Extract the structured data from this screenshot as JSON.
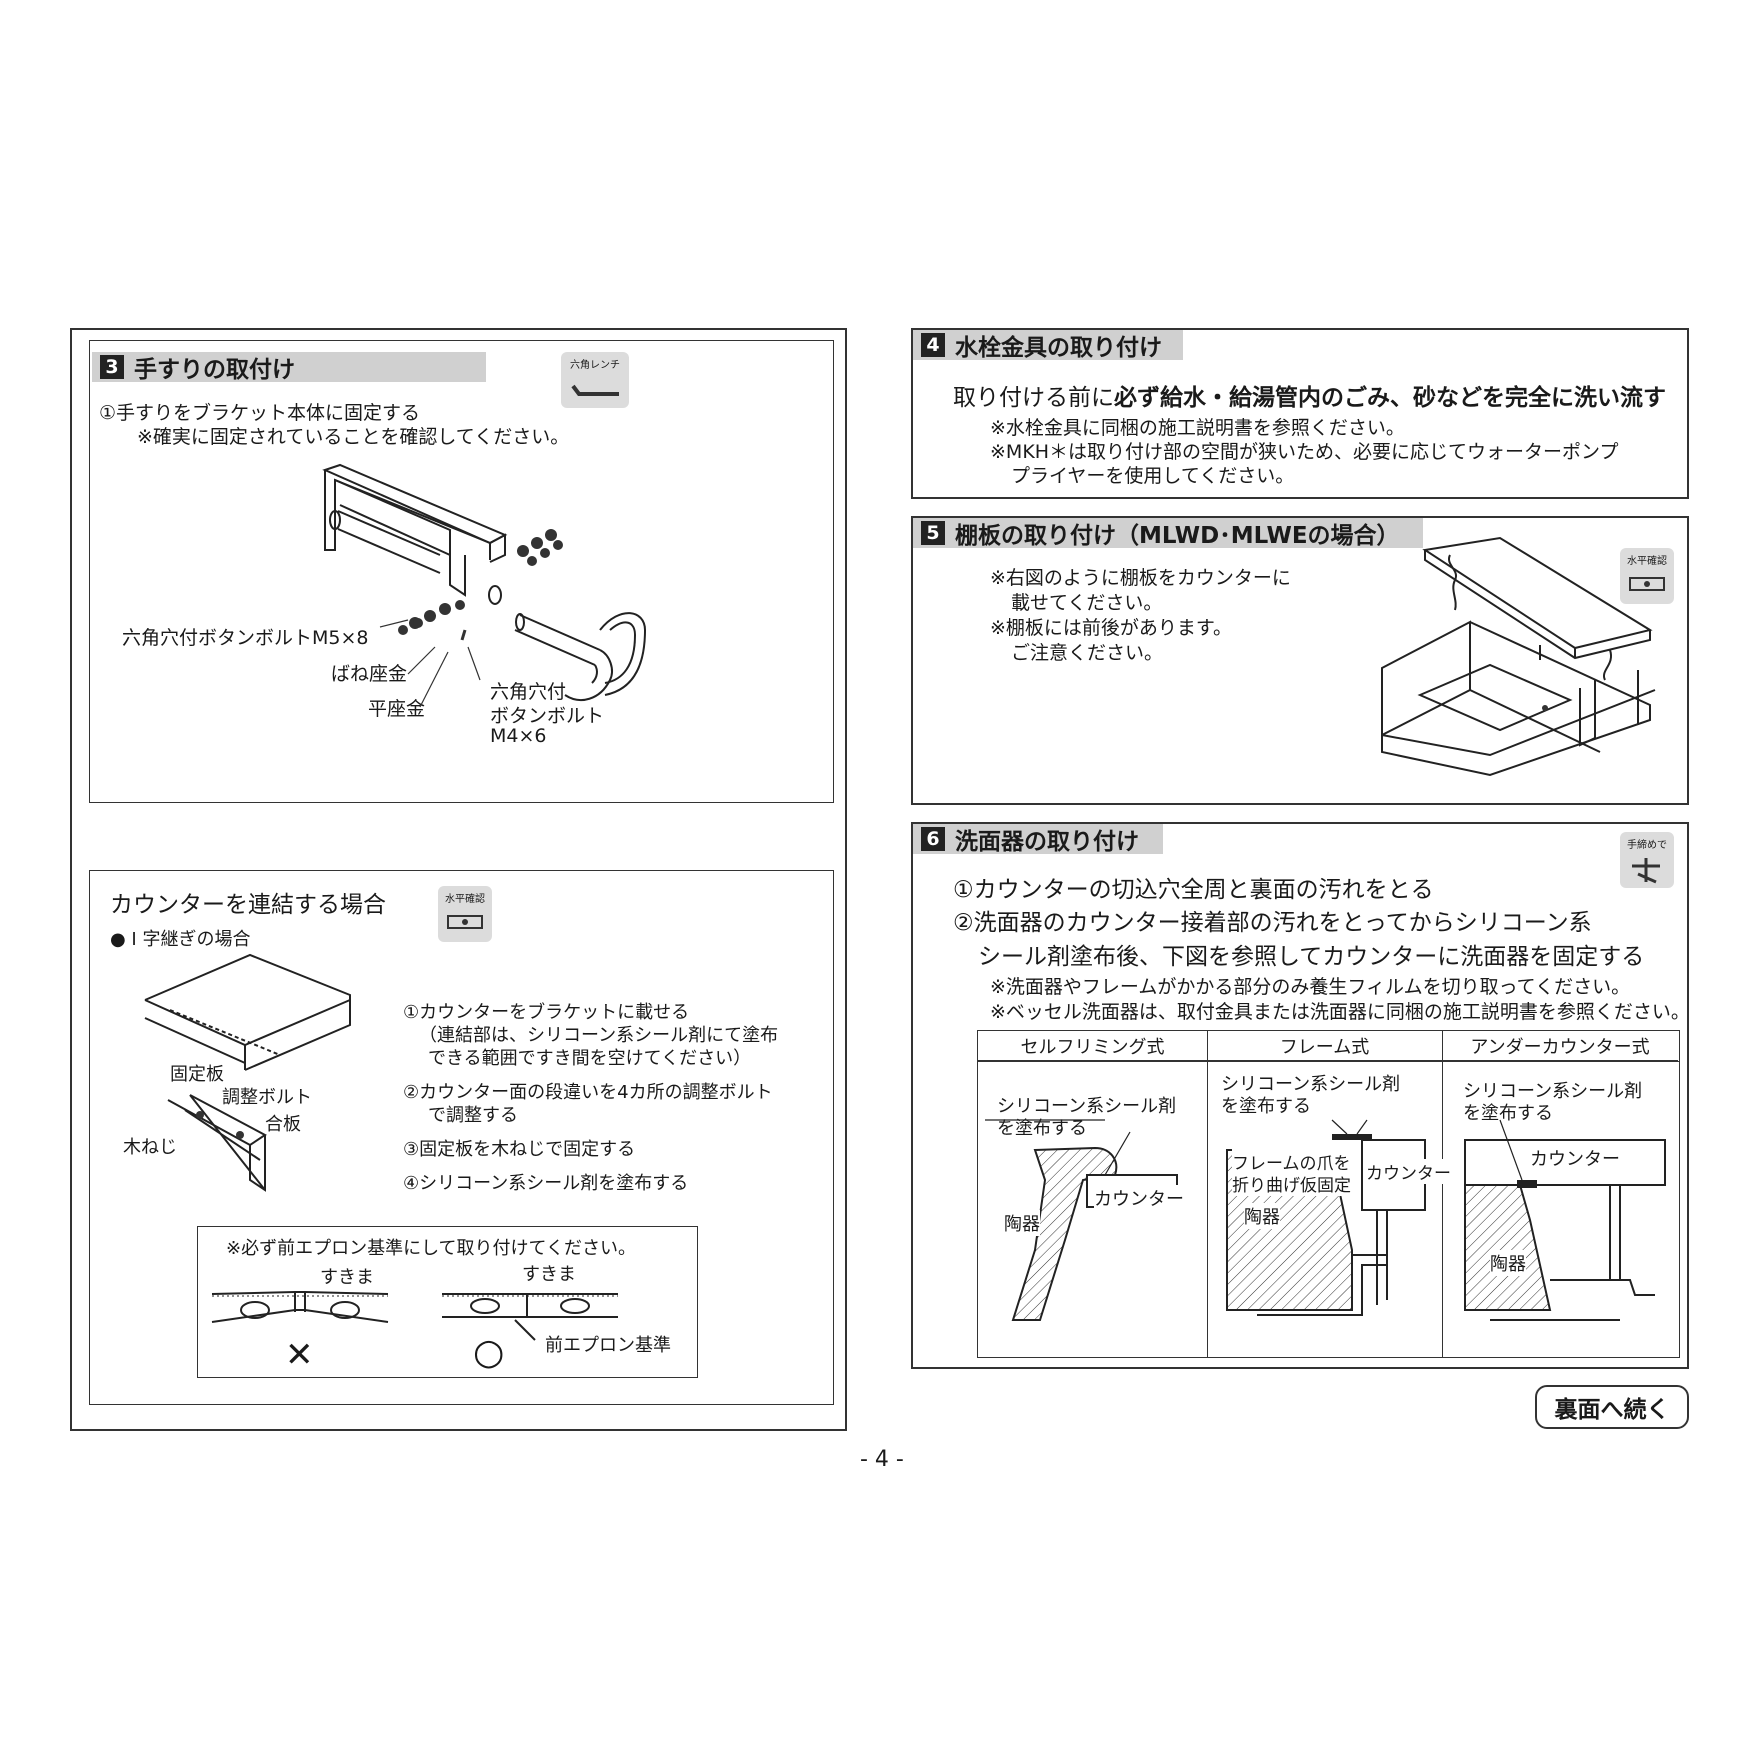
{
  "s3": {
    "num": "3",
    "title": "手すりの取付け",
    "tool": "六角レンチ",
    "step1": "①手すりをブラケット本体に固定する",
    "note1": "※確実に固定されていることを確認してください。",
    "lbl_bolt_m5": "六角穴付ボタンボルトM5×8",
    "lbl_spring_washer": "ばね座金",
    "lbl_flat_washer": "平座金",
    "lbl_bolt_m4_1": "六角穴付",
    "lbl_bolt_m4_2": "ボタンボルト",
    "lbl_bolt_m4_3": "M4×6"
  },
  "counter": {
    "title": "カウンターを連結する場合",
    "tool": "水平確認",
    "subtitle": "● I 字継ぎの場合",
    "lbl_fixplate": "固定板",
    "lbl_adjbolt": "調整ボルト",
    "lbl_plywood": "合板",
    "lbl_woodscrew": "木ねじ",
    "step1": "①カウンターをブラケットに載せる",
    "step1b": "（連結部は、シリコーン系シール剤にて塗布",
    "step1c": "できる範囲ですき間を空けてください）",
    "step2": "②カウンター面の段違いを4カ所の調整ボルト",
    "step2b": "で調整する",
    "step3": "③固定板を木ねじで固定する",
    "step4": "④シリコーン系シール剤を塗布する",
    "apron_note": "※必ず前エプロン基準にして取り付けてください。",
    "gap1": "すきま",
    "gap2": "すきま",
    "apron_ref": "前エプロン基準",
    "ng_mark": "✕",
    "ok_mark": "○"
  },
  "s4": {
    "num": "4",
    "title": "水栓金具の取り付け",
    "main_a": "取り付ける前に",
    "main_b": "必ず給水・給湯管内のごみ、砂などを完全に洗い流す",
    "note1": "※水栓金具に同梱の施工説明書を参照ください。",
    "note2": "※MKH＊は取り付け部の空間が狭いため、必要に応じてウォーターポンプ",
    "note3": "プライヤーを使用してください。"
  },
  "s5": {
    "num": "5",
    "title": "棚板の取り付け（MLWD･MLWEの場合）",
    "tool": "水平確認",
    "note1": "※右図のように棚板をカウンターに",
    "note1b": "載せてください。",
    "note2": "※棚板には前後があります。",
    "note2b": "ご注意ください。"
  },
  "s6": {
    "num": "6",
    "title": "洗面器の取り付け",
    "tool": "手締めで",
    "step1": "①カウンターの切込穴全周と裏面の汚れをとる",
    "step2": "②洗面器のカウンター接着部の汚れをとってからシリコーン系",
    "step2b": "シール剤塗布後、下図を参照してカウンターに洗面器を固定する",
    "note1": "※洗面器やフレームがかかる部分のみ養生フィルムを切り取ってください。",
    "note2": "※ベッセル洗面器は、取付金具または洗面器に同梱の施工説明書を参照ください。",
    "col1": "セルフリミング式",
    "col2": "フレーム式",
    "col3": "アンダーカウンター式",
    "seal1": "シリコーン系シール剤",
    "seal1b": "を塗布する",
    "seal2": "シリコーン系シール剤",
    "seal2b": "を塗布する",
    "seal3": "シリコーン系シール剤",
    "seal3b": "を塗布する",
    "counter1": "カウンター",
    "counter2": "カウンター",
    "counter3": "カウンター",
    "bowl1": "陶器",
    "bowl2": "陶器",
    "bowl3": "陶器",
    "frame_note1": "フレームの爪を",
    "frame_note2": "折り曲げ仮固定"
  },
  "continue": "裏面へ続く",
  "page_number": "- 4 -"
}
